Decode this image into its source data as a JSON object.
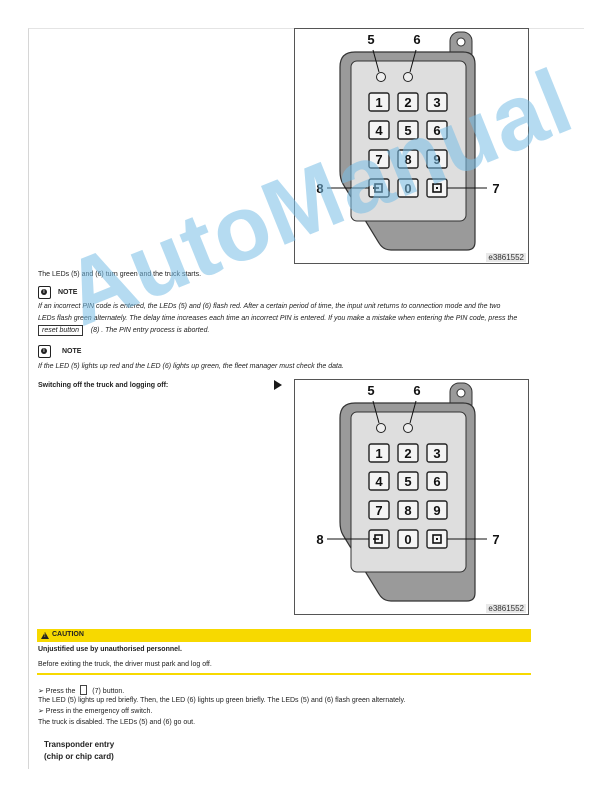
{
  "figure": {
    "id_label": "e3861552",
    "callouts": {
      "led1": "5",
      "led2": "6",
      "reset": "8",
      "enter": "7"
    },
    "keys": [
      "1",
      "2",
      "3",
      "4",
      "5",
      "6",
      "7",
      "8",
      "9",
      "",
      "0",
      ""
    ],
    "key_icons": {
      "reset": "reset-icon",
      "enter": "enter-icon"
    }
  },
  "text": {
    "led_green": "The LEDs  (5) and  (6) turn green and the truck starts.",
    "note_label": "NOTE",
    "note1_line1": "If an incorrect PIN code is entered, the LEDs  (5) and  (6) flash red. After a certain period of time, the input unit returns to connection mode and the two",
    "note1_line2": "LEDs flash green alternately. The delay time increases each time an incorrect PIN is entered. If you make a mistake when entering the PIN code, press the",
    "note1_reset_button": "reset button",
    "note1_line3_rest": "(8) . The PIN entry process is aborted.",
    "note2": "If the LED  (5) lights up red and the LED  (6) lights up green, the fleet manager must check the data.",
    "switch_off_heading": "Switching off the truck and logging off:",
    "caution_label": "CAUTION",
    "caution_title": "Unjustified use by unauthorised personnel.",
    "caution_body": "Before exiting the truck, the driver must park and log off.",
    "step1_prefix": "➢ Press the",
    "step1_suffix": "(7) button.",
    "step1_result": "The LED (5) lights up red briefly. Then, the LED (6) lights up green briefly. The LEDs  (5) and  (6) flash green alternately.",
    "step2": "➢ Press in the emergency off switch.",
    "step2_result": "The truck is disabled. The LEDs  (5) and  (6) go out.",
    "transponder_line1": "Transponder entry",
    "transponder_line2": "(chip or chip card)"
  },
  "watermark": "AutoManual",
  "colors": {
    "caution": "#f7d900",
    "watermark": "#78bee6",
    "device_body": "#9a9a9a",
    "device_face": "#dedede"
  }
}
